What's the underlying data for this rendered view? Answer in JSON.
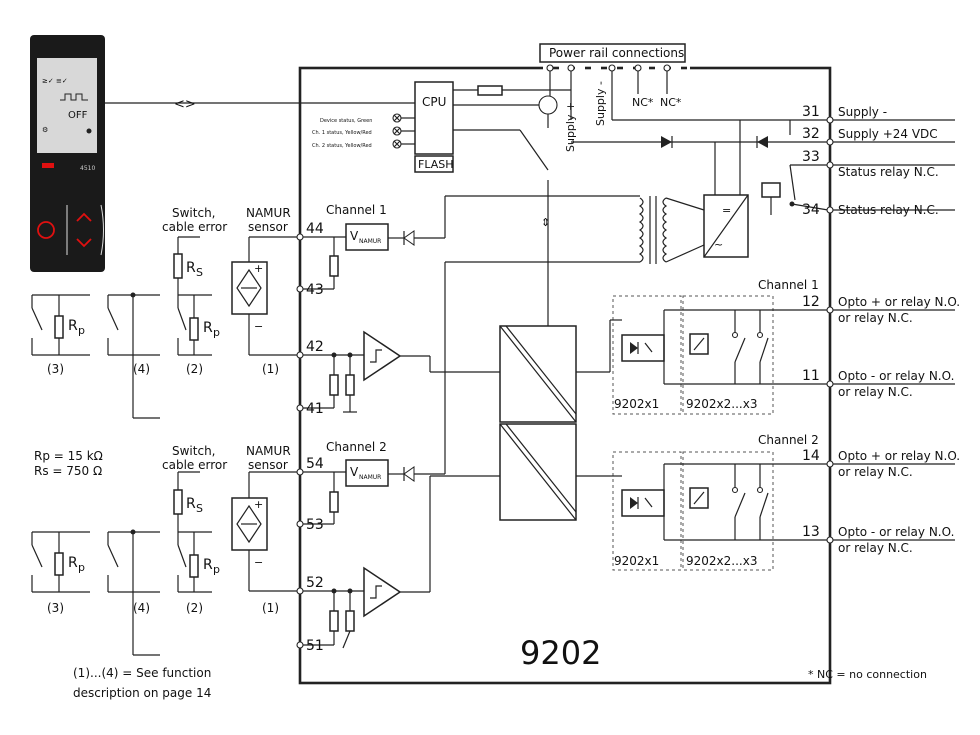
{
  "device": {
    "display_lines": [
      "OFF"
    ],
    "model_label": "4510"
  },
  "header": {
    "power_rail": "Power rail connections",
    "nc1": "NC*",
    "nc2": "NC*"
  },
  "module": {
    "number": "9202",
    "cpu": "CPU",
    "flash": "FLASH",
    "leds": [
      "Device status, Green",
      "Ch. 1 status, Yellow/Red",
      "Ch. 2 status, Yellow/Red"
    ],
    "supply_plus": "Supply +",
    "supply_minus": "Supply -",
    "channel1": "Channel 1",
    "channel2": "Channel 2",
    "vnamur": "V",
    "vnamur_sub": "NAMUR",
    "out_ch1": "Channel 1",
    "out_ch2": "Channel 2",
    "opto_label": "9202x1",
    "relay_label": "9202x2...x3"
  },
  "inputs": {
    "switch": "Switch,",
    "cable_error": "cable error",
    "namur": "NAMUR",
    "sensor": "sensor",
    "rs": "R",
    "rs_sub": "S",
    "rp": "R",
    "rp_sub": "p",
    "n3": "(3)",
    "n4": "(4)",
    "n2": "(2)",
    "n1": "(1)",
    "rp_value": "Rp = 15 kΩ",
    "rs_value": "Rs = 750 Ω",
    "note_line1": "(1)...(4) = See function",
    "note_line2": "description on page 14"
  },
  "terminals": {
    "t44": "44",
    "t43": "43",
    "t42": "42",
    "t41": "41",
    "t54": "54",
    "t53": "53",
    "t52": "52",
    "t51": "51",
    "t31": "31",
    "t32": "32",
    "t33": "33",
    "t34": "34",
    "t12": "12",
    "t11": "11",
    "t14": "14",
    "t13": "13"
  },
  "right_labels": {
    "supply_minus": "Supply -",
    "supply_plus": "Supply +24 VDC",
    "status_relay_33": "Status relay N.C.",
    "status_relay_34": "Status relay N.C.",
    "opto_plus_1": "Opto + or relay N.O.",
    "opto_plus_1b": "or relay N.C.",
    "opto_minus_1": "Opto - or relay N.O.",
    "opto_minus_1b": "or relay N.C.",
    "opto_plus_2": "Opto + or relay N.O.",
    "opto_plus_2b": "or relay N.C.",
    "opto_minus_2": "Opto - or relay N.O.",
    "opto_minus_2b": "or relay N.C."
  },
  "footnote": "* NC = no connection",
  "colors": {
    "device_body": "#1a1a1a",
    "device_red": "#e01010",
    "screen": "#d8d8d8"
  }
}
